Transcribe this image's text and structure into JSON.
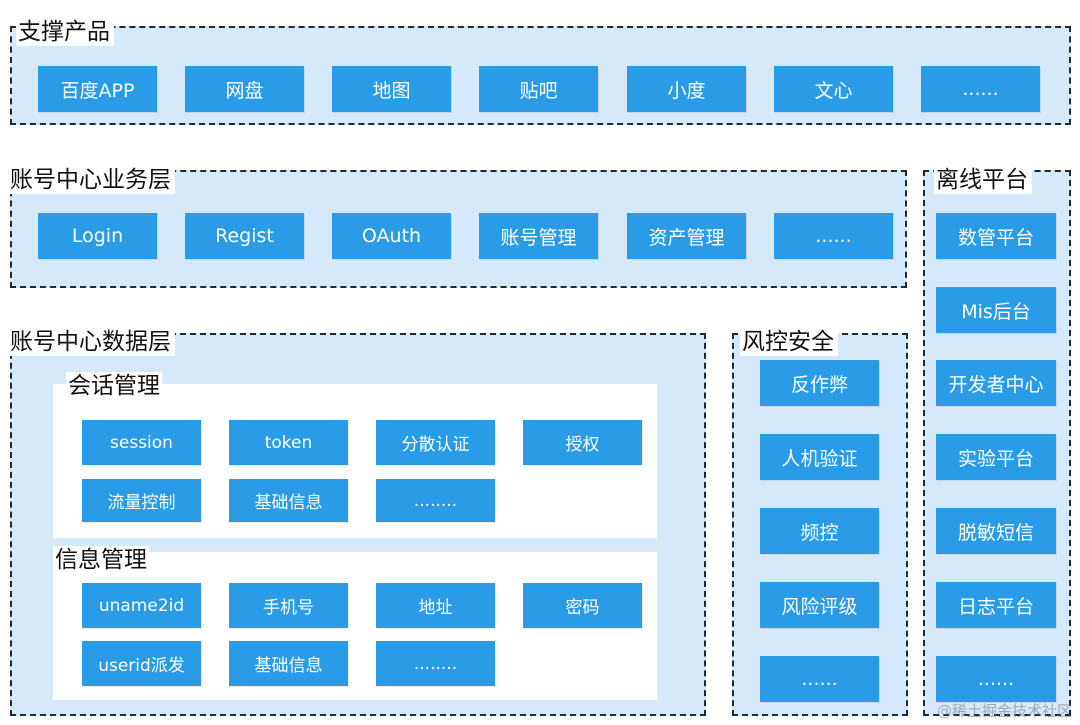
{
  "support": {
    "title": "支撑产品",
    "items": [
      "百度APP",
      "网盘",
      "地图",
      "贴吧",
      "小度",
      "文心",
      "......"
    ]
  },
  "business": {
    "title": "账号中心业务层",
    "items": [
      "Login",
      "Regist",
      "OAuth",
      "账号管理",
      "资产管理",
      "......"
    ]
  },
  "offline": {
    "title": "离线平台",
    "items": [
      "数管平台",
      "Mis后台",
      "开发者中心",
      "实验平台",
      "脱敏短信",
      "日志平台",
      "......"
    ]
  },
  "data_layer": {
    "title": "账号中心数据层",
    "session_mgmt": {
      "title": "会话管理",
      "items": [
        "session",
        "token",
        "分散认证",
        "授权",
        "流量控制",
        "基础信息",
        "........"
      ]
    },
    "info_mgmt": {
      "title": "信息管理",
      "items": [
        "uname2id",
        "手机号",
        "地址",
        "密码",
        "userid派发",
        "基础信息",
        "........"
      ]
    }
  },
  "risk": {
    "title": "风控安全",
    "items": [
      "反作弊",
      "人机验证",
      "频控",
      "风险评级",
      "......"
    ]
  },
  "watermark": "@稀土掘金技术社区"
}
